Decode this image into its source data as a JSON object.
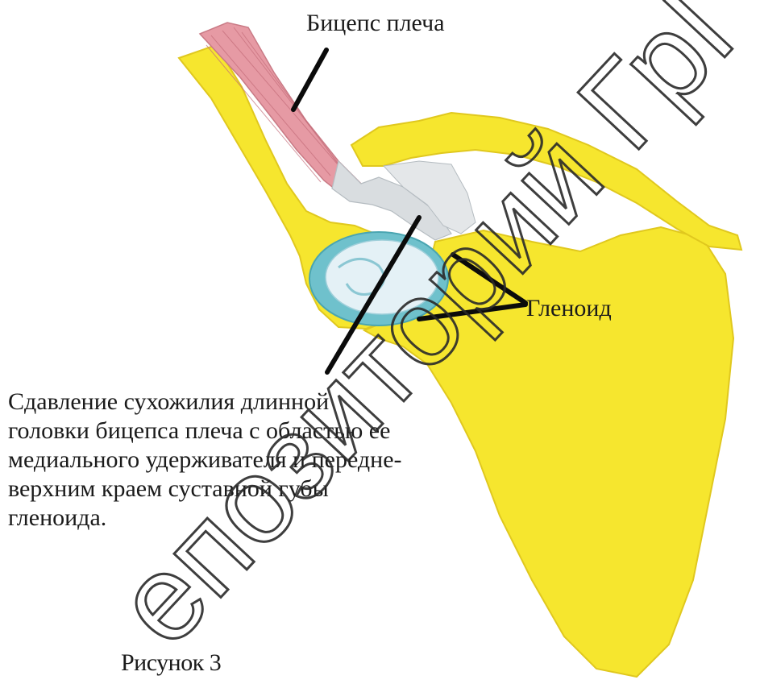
{
  "labels": {
    "biceps": "Бицепс плеча",
    "glenoid": "Гленоид",
    "caption": "Рисунок 3"
  },
  "description": {
    "lines": [
      "Сдавление сухожилия длинной",
      "головки бицепса плеча с областью ее",
      "медиального удерживателя и передне-",
      "верхним краем суставной губы",
      "гленоида."
    ]
  },
  "watermark": {
    "text": "епозиторий ГрГ"
  },
  "colors": {
    "bone": "#f6e62e",
    "bone_outline": "#e0c81e",
    "muscle": "#e69aa4",
    "tendon": "#d9dde0",
    "cartilage_rim": "#6fc1cc",
    "cartilage_inner": "#e4f1f6",
    "pointer": "#0b0b0b",
    "text": "#1a1a1a"
  }
}
